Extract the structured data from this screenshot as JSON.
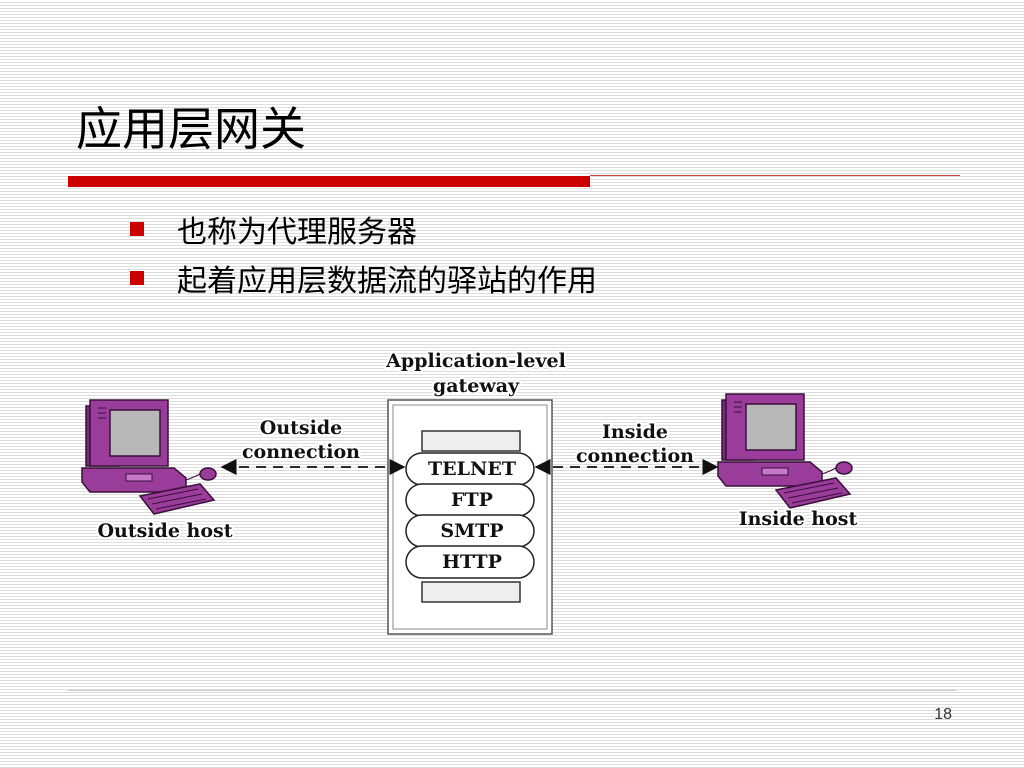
{
  "slide": {
    "title": "应用层网关",
    "bullets": [
      "也称为代理服务器",
      "起着应用层数据流的驿站的作用"
    ],
    "page_number": "18"
  },
  "diagram": {
    "gateway_label_line1": "Application-level",
    "gateway_label_line2": "gateway",
    "protocols": [
      "TELNET",
      "FTP",
      "SMTP",
      "HTTP"
    ],
    "outside_connection_line1": "Outside",
    "outside_connection_line2": "connection",
    "inside_connection_line1": "Inside",
    "inside_connection_line2": "connection",
    "outside_host_label": "Outside host",
    "inside_host_label": "Inside host"
  },
  "colors": {
    "accent_red": "#cc0000",
    "computer_purple": "#9a3c9a",
    "computer_purple_light": "#c878c8",
    "screen_gray": "#b8b8b8"
  },
  "icons": {
    "bullet": "red-square-bullet",
    "outside_host": "desktop-computer-icon",
    "inside_host": "desktop-computer-icon"
  }
}
